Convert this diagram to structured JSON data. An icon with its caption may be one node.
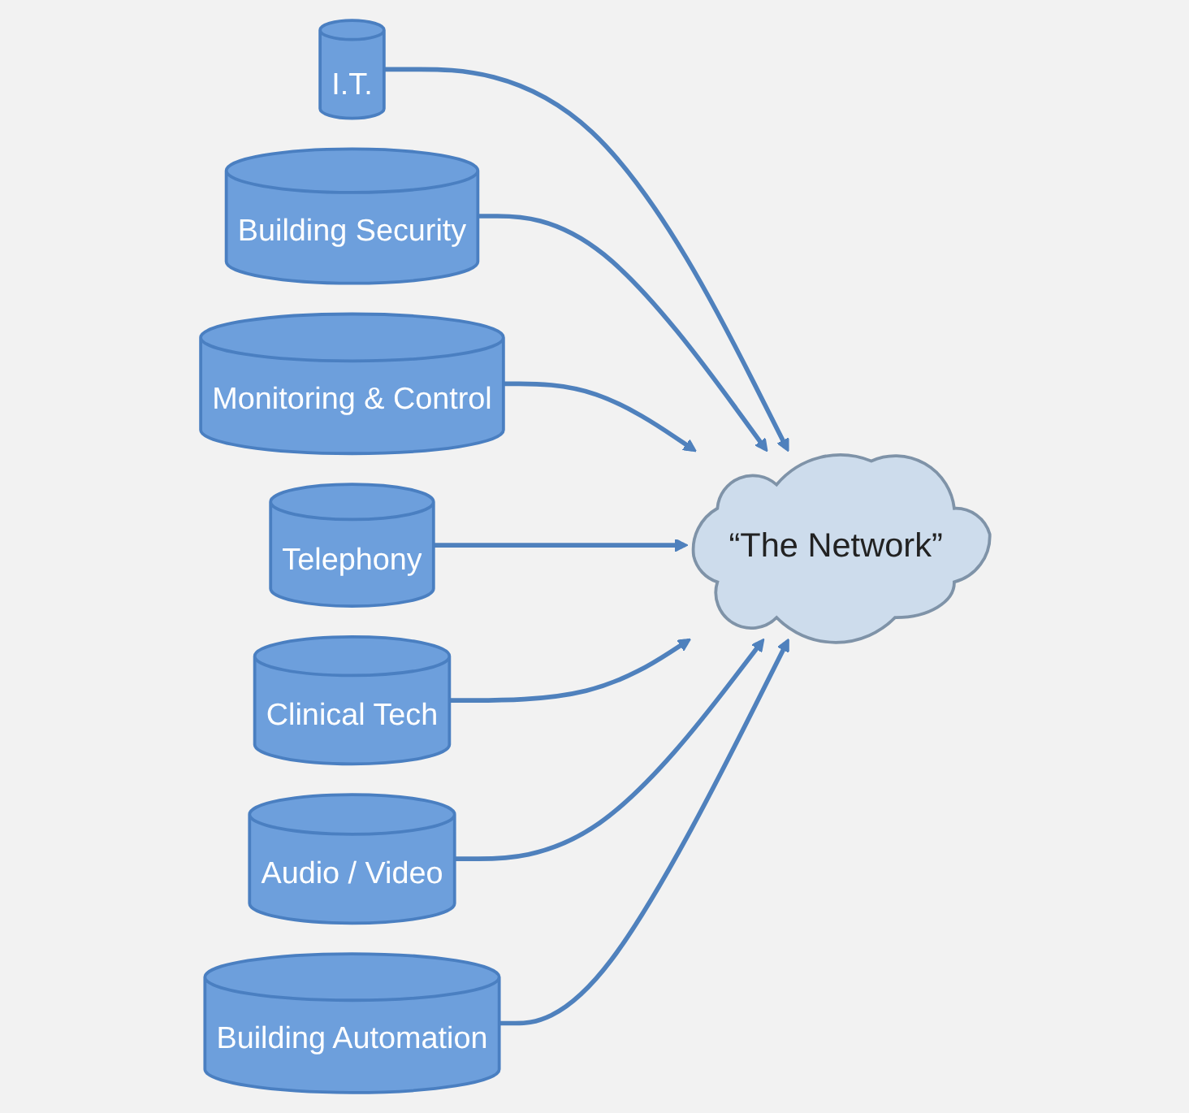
{
  "diagram": {
    "nodes": [
      {
        "text": [
          "I.T."
        ]
      },
      {
        "text": [
          "Building Security"
        ]
      },
      {
        "text": [
          "Monitoring & Control"
        ]
      },
      {
        "text": [
          "“The Network”"
        ]
      },
      {
        "text": [
          "Telephony"
        ]
      },
      {
        "text": [
          "Clinical Tech"
        ]
      },
      {
        "text": [
          "Audio / Video"
        ]
      },
      {
        "text": [
          "Building Automation"
        ]
      }
    ],
    "edges": [
      {
        "from": 0,
        "to": 3,
        "arrow": "to"
      },
      {
        "from": 1,
        "to": 3,
        "arrow": "to"
      },
      {
        "from": 2,
        "to": 3,
        "arrow": "to"
      },
      {
        "from": 4,
        "to": 3,
        "arrow": "to"
      },
      {
        "from": 5,
        "to": 3,
        "arrow": "to"
      },
      {
        "from": 6,
        "to": 3,
        "arrow": "to"
      },
      {
        "from": 7,
        "to": 3,
        "arrow": "to"
      }
    ]
  }
}
